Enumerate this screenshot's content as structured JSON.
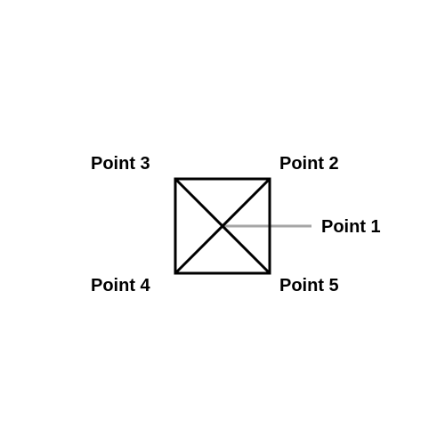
{
  "points": [
    {
      "id": "point-1",
      "label": "Point 1"
    },
    {
      "id": "point-2",
      "label": "Point 2"
    },
    {
      "id": "point-3",
      "label": "Point 3"
    },
    {
      "id": "point-4",
      "label": "Point 4"
    },
    {
      "id": "point-5",
      "label": "Point 5"
    }
  ],
  "colors": {
    "stroke": "#000000",
    "leader": "#a6a6a6",
    "text": "#000000",
    "background": "#ffffff"
  }
}
